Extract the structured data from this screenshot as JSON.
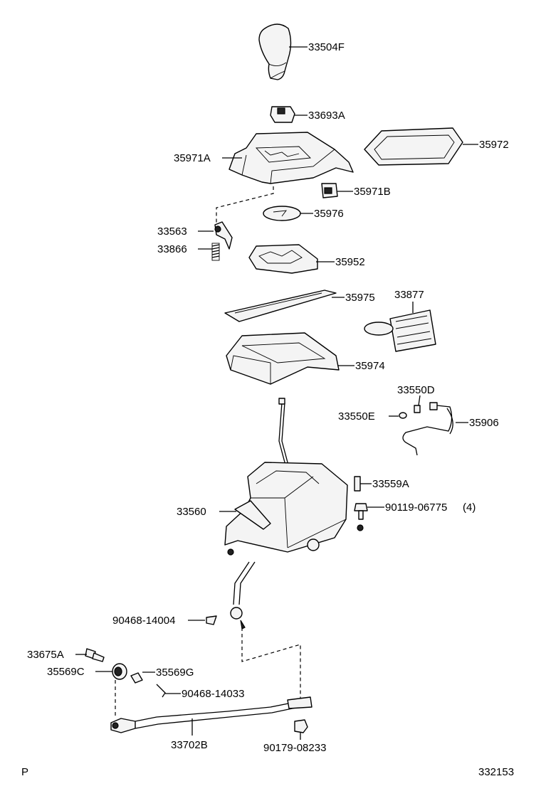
{
  "diagram": {
    "page_code": "P",
    "figure_number": "332153"
  },
  "parts": {
    "p33504F": "33504F",
    "p33693A": "33693A",
    "p35971A": "35971A",
    "p35972": "35972",
    "p35971B": "35971B",
    "p35976": "35976",
    "p33563": "33563",
    "p33866": "33866",
    "p35952": "35952",
    "p35975": "35975",
    "p33877": "33877",
    "p35974": "35974",
    "p33550D": "33550D",
    "p33550E": "33550E",
    "p35906": "35906",
    "p33559A": "33559A",
    "p33560": "33560",
    "p90119": "90119-06775",
    "p90119_qty": "(4)",
    "p90468_14004": "90468-14004",
    "p33675A": "33675A",
    "p35569C": "35569C",
    "p35569G": "35569G",
    "p90468_14033": "90468-14033",
    "p33702B": "33702B",
    "p90179": "90179-08233"
  }
}
